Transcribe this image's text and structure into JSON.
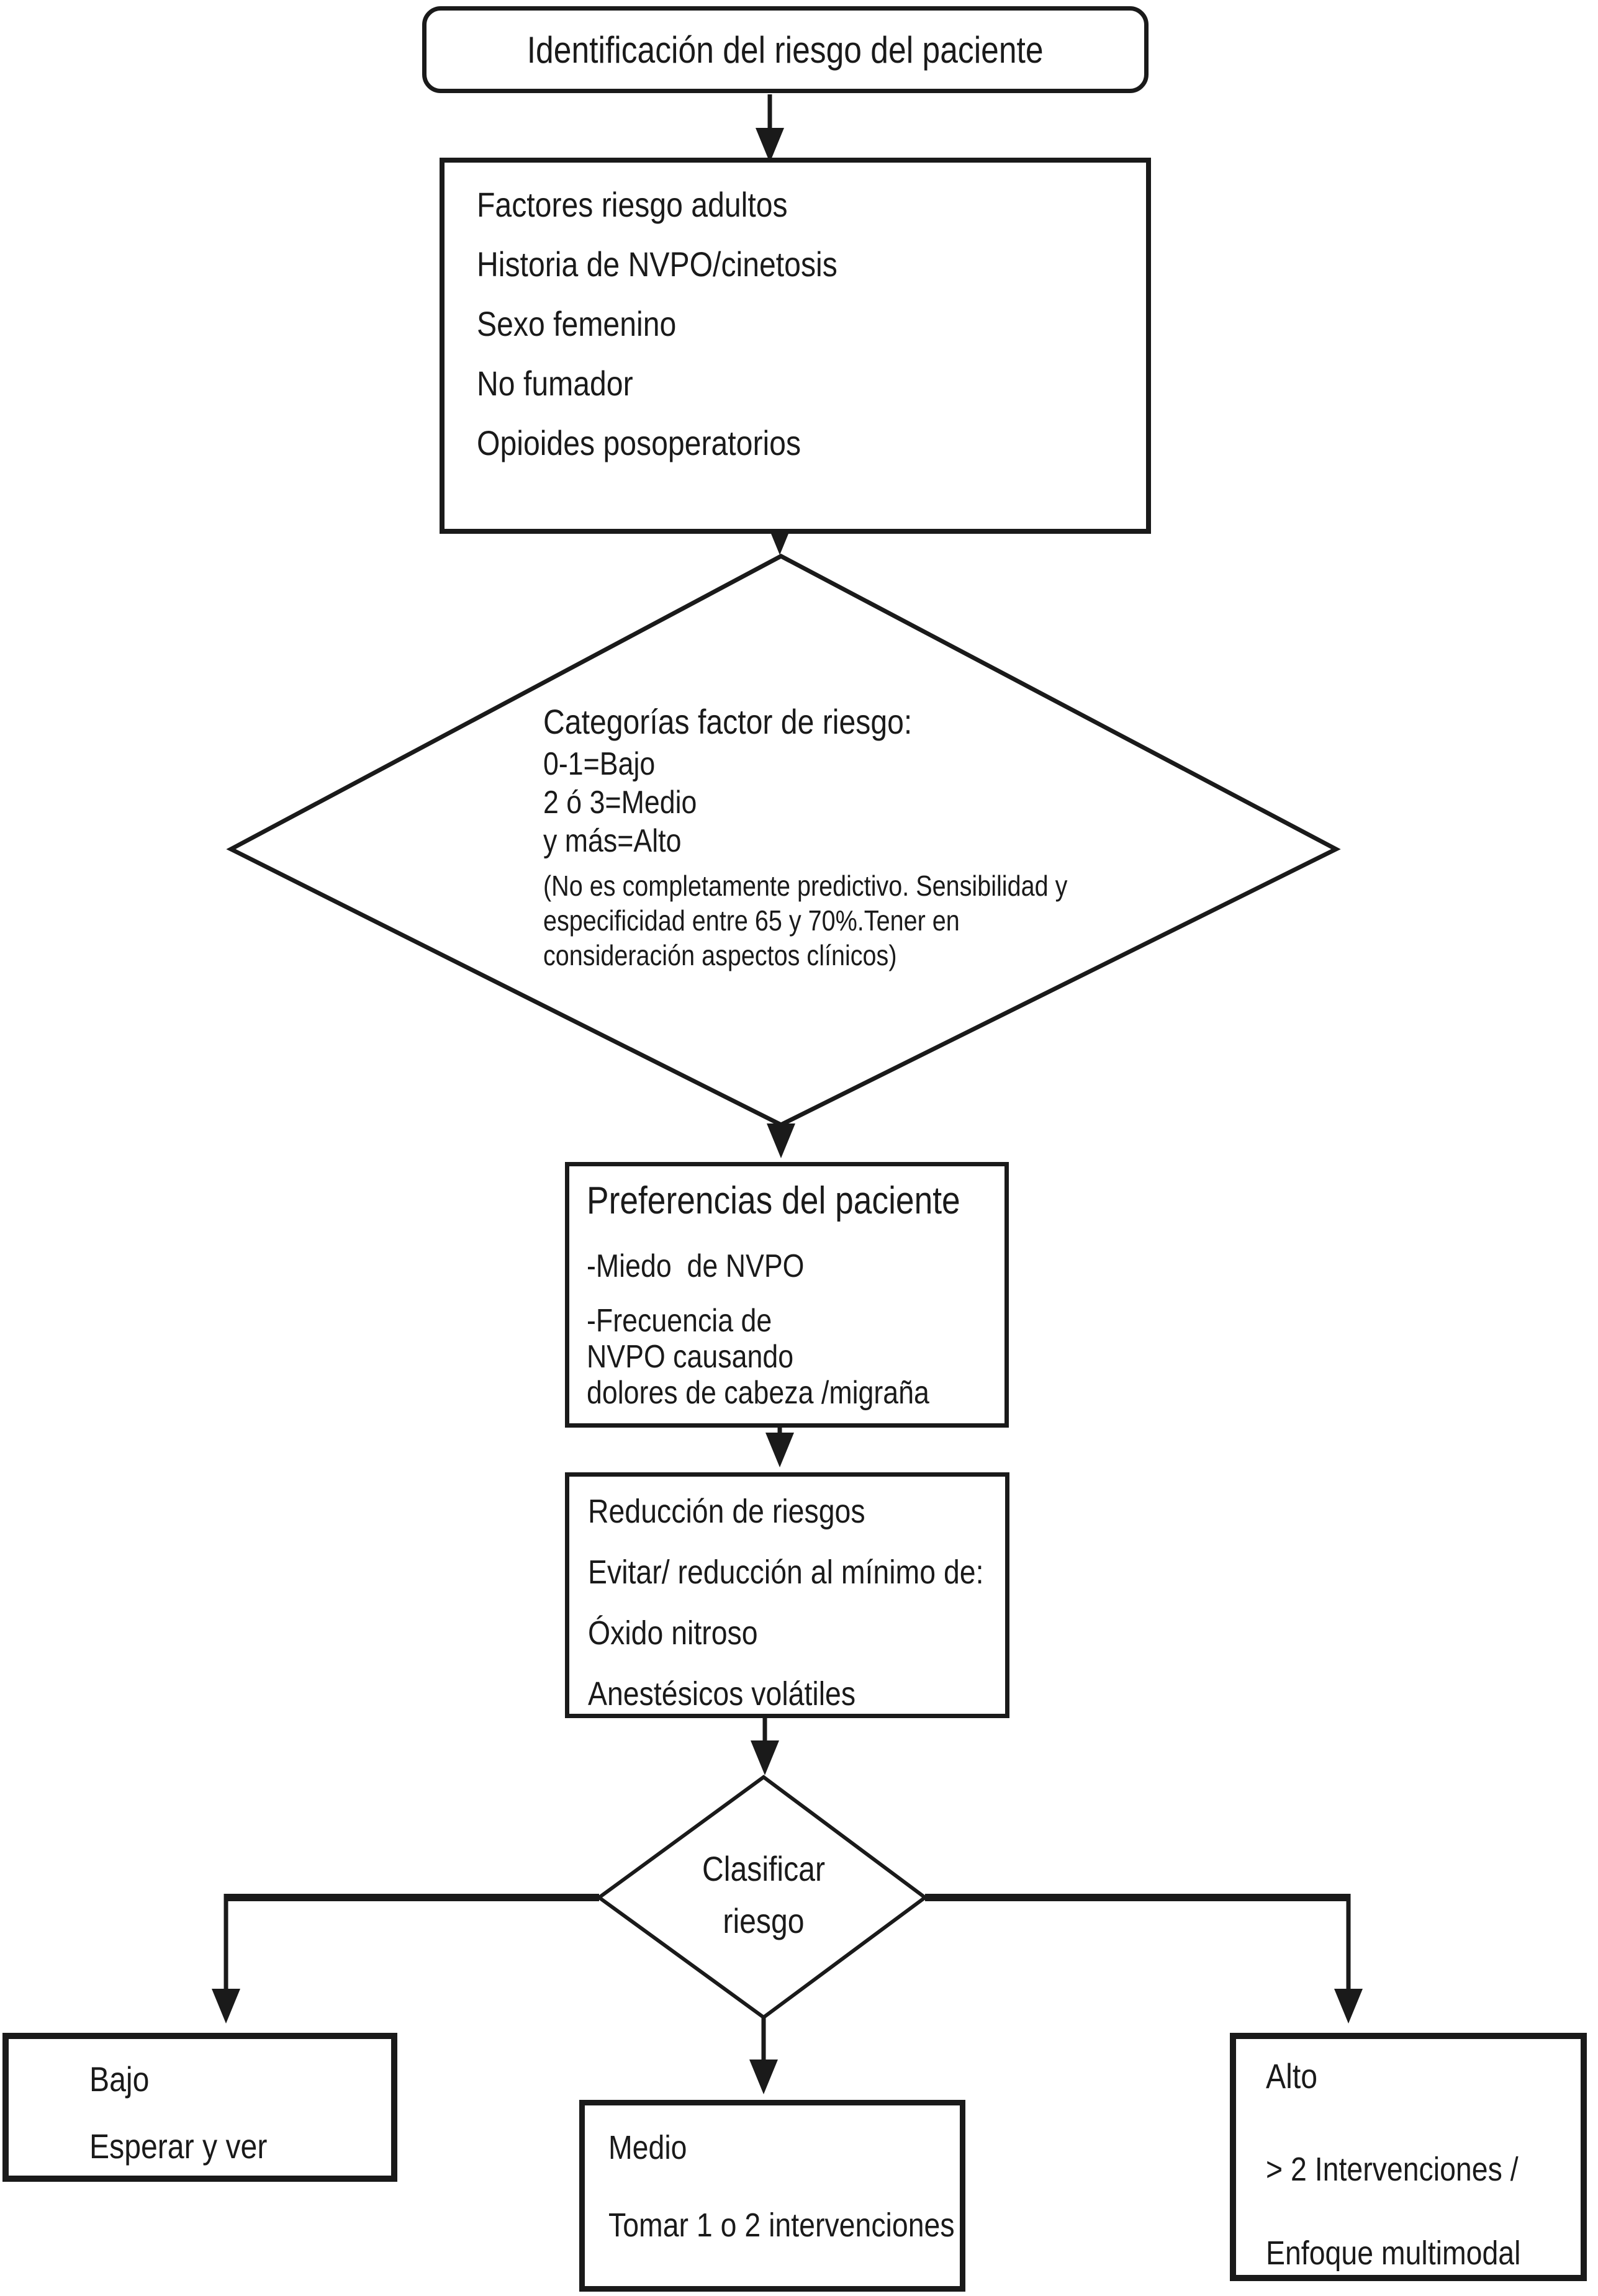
{
  "colors": {
    "ink": "#1a1a1a",
    "background": "#ffffff"
  },
  "flow": {
    "start_label": "Identificación del riesgo del paciente",
    "risk_factors": {
      "items": [
        "Factores riesgo adultos",
        "Historia de NVPO/cinetosis",
        "Sexo femenino",
        "No fumador",
        "Opioides posoperatorios"
      ]
    },
    "risk_categories": {
      "title": "Categorías factor de riesgo:",
      "levels": [
        "0-1=Bajo",
        "2 ó 3=Medio",
        "y más=Alto"
      ],
      "note_lines": [
        "(No es completamente predictivo. Sensibilidad y",
        "especificidad entre 65 y 70%.Tener en",
        "consideración aspectos clínicos)"
      ]
    },
    "patient_preferences": {
      "title": "Preferencias del paciente",
      "lines": [
        "-Miedo  de NVPO",
        "-Frecuencia de",
        "NVPO causando",
        "dolores de cabeza /migraña"
      ]
    },
    "risk_reduction": {
      "lines": [
        "Reducción de riesgos",
        "Evitar/ reducción al mínimo de:",
        "Óxido nitroso",
        "Anestésicos volátiles"
      ]
    },
    "classify": {
      "line1": "Clasificar",
      "line2": "riesgo"
    },
    "outcomes": {
      "low": {
        "title": "Bajo",
        "action": "Esperar y ver"
      },
      "medium": {
        "title": "Medio",
        "action": "Tomar 1 o 2 intervenciones"
      },
      "high": {
        "title": "Alto",
        "action_lines": [
          "> 2 Intervenciones /",
          "Enfoque multimodal"
        ]
      }
    }
  }
}
